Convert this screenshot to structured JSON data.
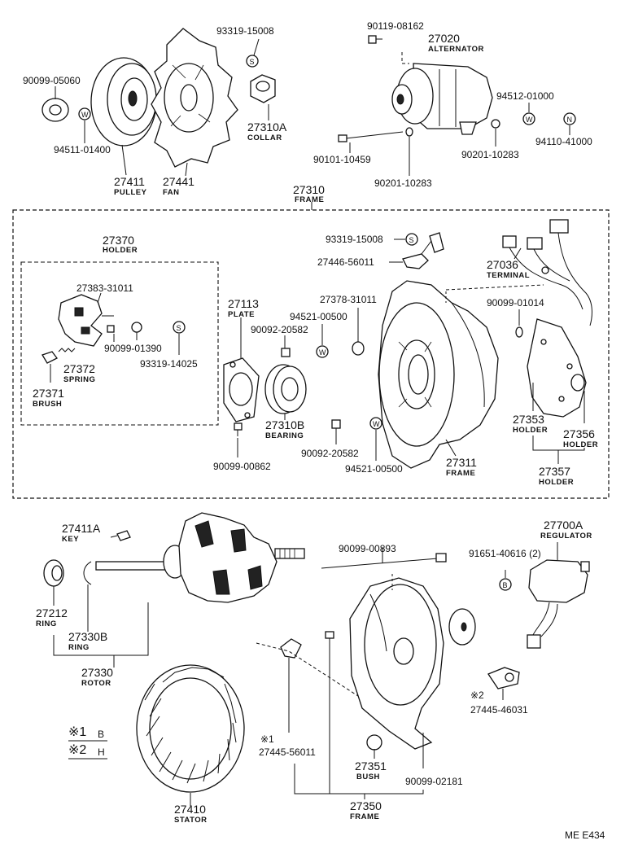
{
  "footer_code": "ME E434",
  "symbol_legend": [
    {
      "mark": "※1",
      "value": "B"
    },
    {
      "mark": "※2",
      "value": "H"
    }
  ],
  "labels": {
    "p93319_15008_a": "93319-15008",
    "p90119_08162": "90119-08162",
    "p27020": "27020",
    "p27020_name": "ALTERNATOR",
    "p90099_05060": "90099-05060",
    "p94511_01400": "94511-01400",
    "p27411": "27411",
    "p27411_name": "PULLEY",
    "p27441": "27441",
    "p27441_name": "FAN",
    "p27310a": "27310A",
    "p27310a_name": "COLLAR",
    "p90101_10459": "90101-10459",
    "p90201_10283_a": "90201-10283",
    "p90201_10283_b": "90201-10283",
    "p94512_01000": "94512-01000",
    "p94110_41000": "94110-41000",
    "p27310": "27310",
    "p27310_name": "FRAME",
    "p27370": "27370",
    "p27370_name": "HOLDER",
    "p27383_31011": "27383-31011",
    "p90099_01390": "90099-01390",
    "p93319_14025": "93319-14025",
    "p27372": "27372",
    "p27372_name": "SPRING",
    "p27371": "27371",
    "p27371_name": "BRUSH",
    "p93319_15008_b": "93319-15008",
    "p27446_56011": "27446-56011",
    "p27113": "27113",
    "p27113_name": "PLATE",
    "p90092_20582_a": "90092-20582",
    "p90092_20582_b": "90092-20582",
    "p94521_00500_a": "94521-00500",
    "p94521_00500_b": "94521-00500",
    "p27378_31011": "27378-31011",
    "p27036": "27036",
    "p27036_name": "TERMINAL",
    "p90099_01014": "90099-01014",
    "p27310b": "27310B",
    "p27310b_name": "BEARING",
    "p90099_00862": "90099-00862",
    "p27311": "27311",
    "p27311_name": "FRAME",
    "p27353": "27353",
    "p27353_name": "HOLDER",
    "p27356": "27356",
    "p27356_name": "HOLDER",
    "p27357": "27357",
    "p27357_name": "HOLDER",
    "p27411a": "27411A",
    "p27411a_name": "KEY",
    "p90099_00893": "90099-00893",
    "p27700a": "27700A",
    "p27700a_name": "REGULATOR",
    "p91651_40616": "91651-40616 (2)",
    "p27212": "27212",
    "p27212_name": "RING",
    "p27330b": "27330B",
    "p27330b_name": "RING",
    "p27330": "27330",
    "p27330_name": "ROTOR",
    "p27445_46031": "27445-46031",
    "p27445_46031_mark": "※2",
    "p27445_56011": "27445-56011",
    "p27445_56011_mark": "※1",
    "p27351": "27351",
    "p27351_name": "BUSH",
    "p90099_02181": "90099-02181",
    "p27410": "27410",
    "p27410_name": "STATOR",
    "p27350": "27350",
    "p27350_name": "FRAME"
  },
  "callout_symbols": {
    "s_top": "S",
    "w_top_left": "W",
    "w_top_right": "W",
    "n_top_right": "N",
    "s_holder": "S",
    "s_frame": "S",
    "w_frame_a": "W",
    "w_frame_b": "W",
    "b_regulator": "B"
  }
}
